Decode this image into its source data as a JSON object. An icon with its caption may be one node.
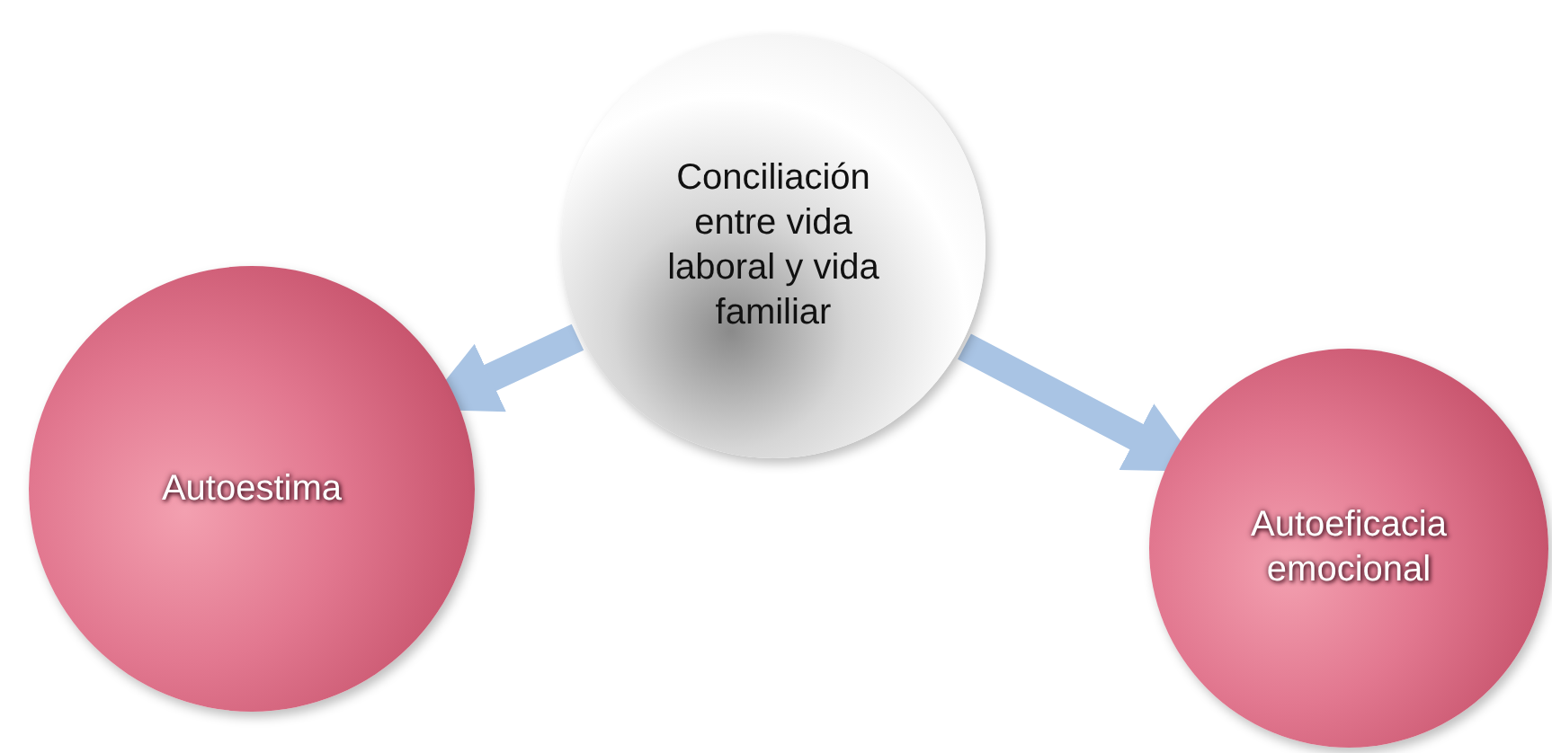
{
  "diagram": {
    "nodes": [
      {
        "text": [
          "Conciliación entre vida laboral y vida familiar"
        ]
      },
      {
        "text": [
          "Autoestima"
        ]
      },
      {
        "text": [
          "Autoeficacia emocional"
        ]
      }
    ],
    "edges": [
      {
        "from": 0,
        "to": 1,
        "arrow": "to"
      },
      {
        "from": 0,
        "to": 2,
        "arrow": "to"
      }
    ]
  }
}
